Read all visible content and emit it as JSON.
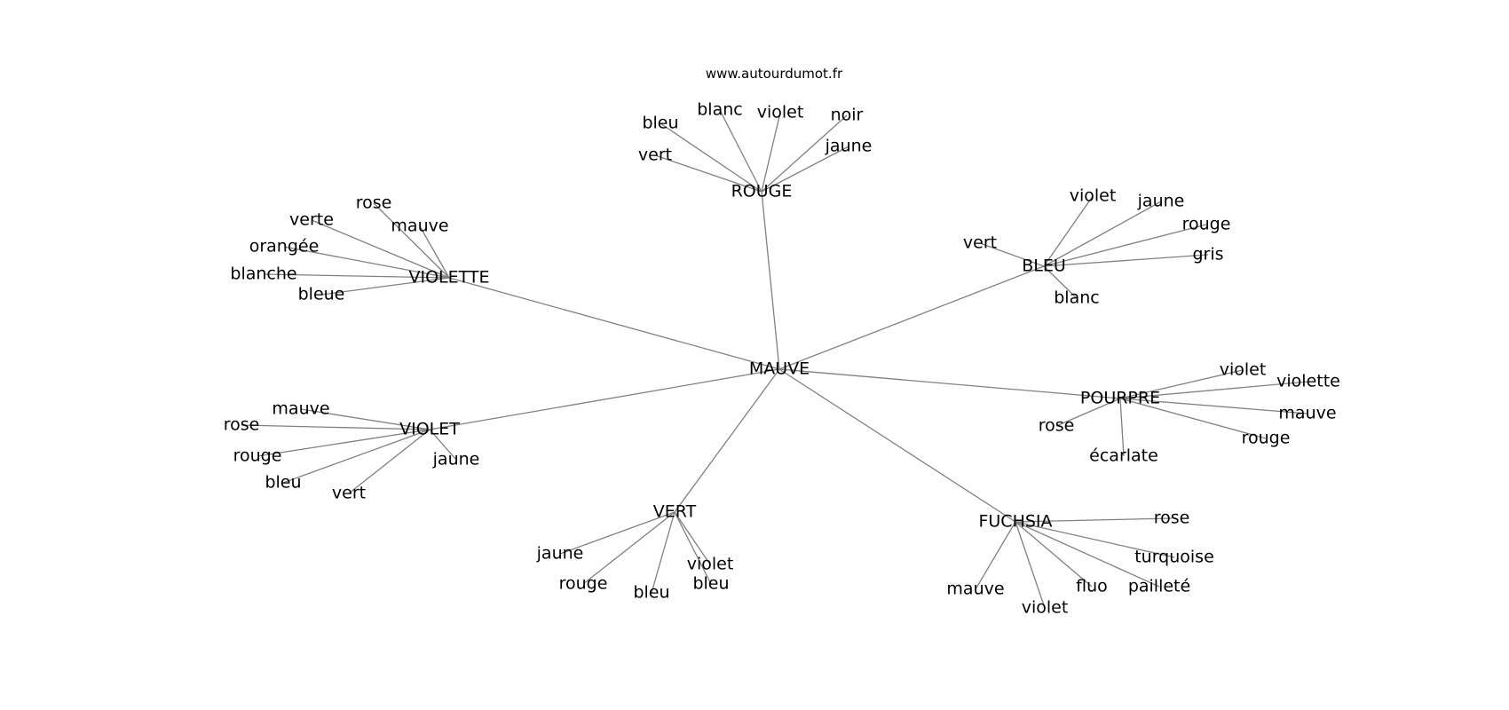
{
  "site": "www.autourdumot.fr",
  "colors": {
    "edge": "#808080",
    "text": "#000000",
    "background": "#ffffff"
  },
  "graph": {
    "center": "MAUVE",
    "hubs": [
      {
        "id": "rouge",
        "label": "ROUGE",
        "leaves": [
          "vert",
          "bleu",
          "blanc",
          "violet",
          "noir",
          "jaune"
        ]
      },
      {
        "id": "violette",
        "label": "VIOLETTE",
        "leaves": [
          "bleue",
          "blanche",
          "orangée",
          "verte",
          "rose",
          "mauve"
        ]
      },
      {
        "id": "bleu",
        "label": "BLEU",
        "leaves": [
          "vert",
          "violet",
          "jaune",
          "rouge",
          "gris",
          "blanc"
        ]
      },
      {
        "id": "pourpre",
        "label": "POURPRE",
        "leaves": [
          "violet",
          "violette",
          "mauve",
          "rouge",
          "écarlate",
          "rose"
        ]
      },
      {
        "id": "violet",
        "label": "VIOLET",
        "leaves": [
          "mauve",
          "rose",
          "rouge",
          "bleu",
          "vert",
          "jaune"
        ]
      },
      {
        "id": "vert",
        "label": "VERT",
        "leaves": [
          "jaune",
          "rouge",
          "bleu",
          "violet",
          "bleu"
        ]
      },
      {
        "id": "fuchsia",
        "label": "FUCHSIA",
        "leaves": [
          "rose",
          "turquoise",
          "pailleté",
          "fluo",
          "violet",
          "mauve"
        ]
      }
    ]
  }
}
